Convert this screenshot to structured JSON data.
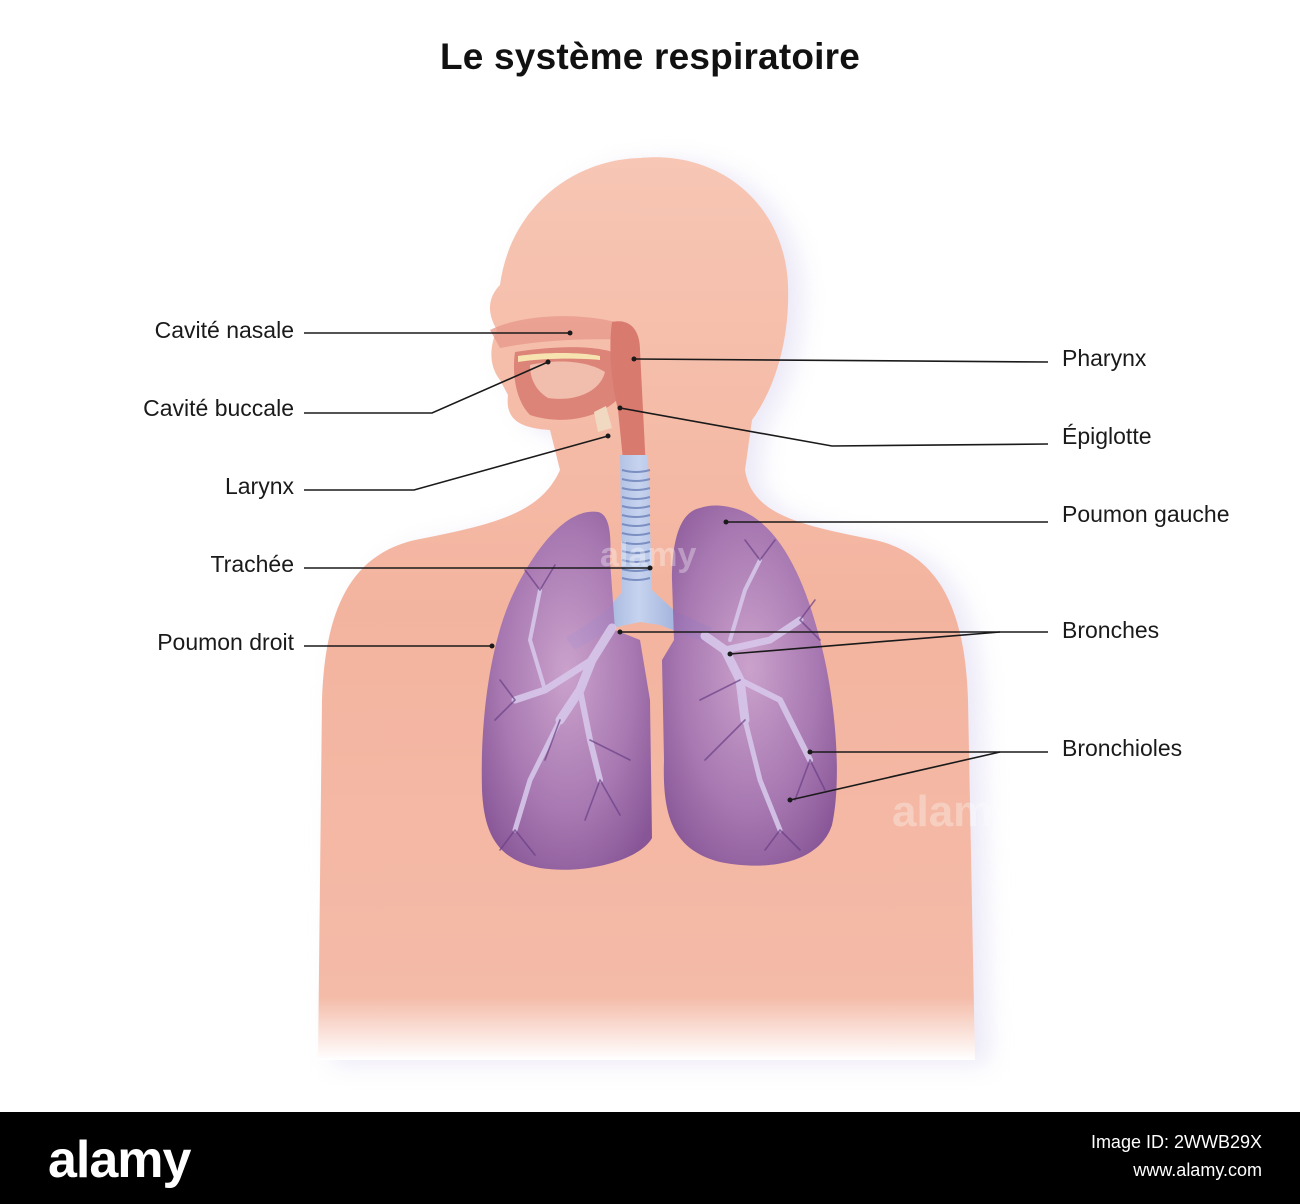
{
  "title": "Le système respiratoire",
  "labels": {
    "cavite_nasale": "Cavité nasale",
    "cavite_buccale": "Cavité buccale",
    "larynx": "Larynx",
    "trachee": "Trachée",
    "poumon_droit": "Poumon droit",
    "pharynx": "Pharynx",
    "epiglotte": "Épiglotte",
    "poumon_gauche": "Poumon gauche",
    "bronches": "Bronches",
    "bronchioles": "Bronchioles"
  },
  "watermark": "alamy",
  "footer": {
    "logo": "alamy",
    "image_id_label": "Image ID: 2WWB29X",
    "site": "www.alamy.com"
  },
  "colors": {
    "skin": "#f4b9a4",
    "lung": "#8e5aa3",
    "airway": "#9fb3d9",
    "footer_bg": "#000000"
  }
}
